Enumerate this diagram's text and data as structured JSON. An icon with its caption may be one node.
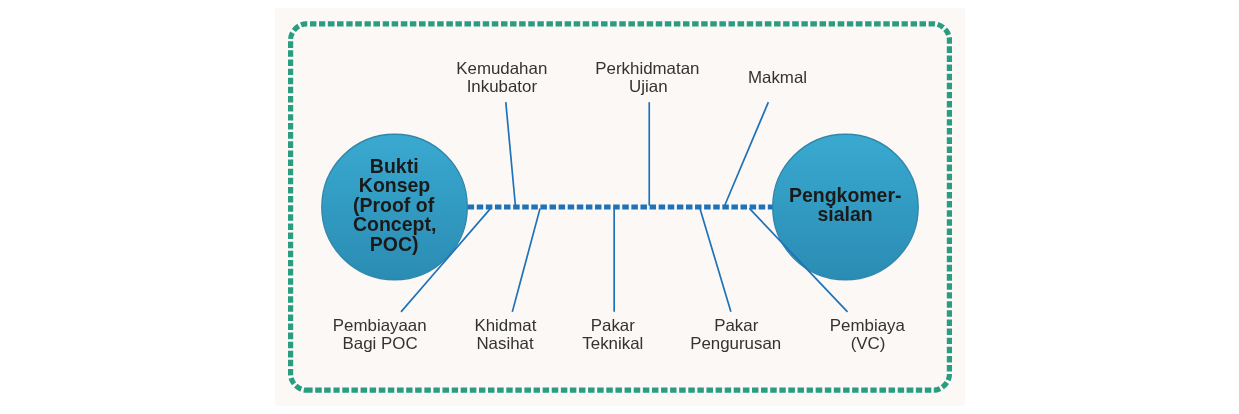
{
  "diagram": {
    "nodes": [
      {
        "text": [],
        "shape": "box"
      },
      {
        "text": [
          "Bukti Konsep (Proof of Concept, POC)"
        ],
        "in": 0
      },
      {
        "text": [
          "Kemudahan Inkubator"
        ],
        "in": 0
      },
      {
        "text": [
          "Perkhidmatan Ujian"
        ],
        "in": 0
      },
      {
        "text": [
          "Makmal"
        ],
        "in": 0
      },
      {
        "text": [
          "Pembiayaan Bagi POC"
        ],
        "in": 0
      },
      {
        "text": [
          "Khidmat Nasihat"
        ],
        "in": 0
      },
      {
        "text": [
          "Pakar Teknikal"
        ],
        "in": 0
      },
      {
        "text": [
          "Pakar Pengurusan"
        ],
        "in": 0
      },
      {
        "text": [
          "Pembiaya (VC)"
        ],
        "in": 0
      },
      {
        "text": [
          "Pengkomer-sialan"
        ],
        "in": 0
      }
    ],
    "edges": [
      {
        "from": 1,
        "to": 10,
        "arrow": "none",
        "style": "dashed"
      },
      {
        "from": 5,
        "to": null,
        "arrow": "none"
      },
      {
        "from": 2,
        "to": null,
        "arrow": "none"
      },
      {
        "from": 6,
        "to": null,
        "arrow": "none"
      },
      {
        "from": 7,
        "to": null,
        "arrow": "none"
      },
      {
        "from": 3,
        "to": null,
        "arrow": "none"
      },
      {
        "from": 8,
        "to": null,
        "arrow": "none"
      },
      {
        "from": 4,
        "to": null,
        "arrow": "none"
      },
      {
        "from": 9,
        "to": null,
        "arrow": "none"
      }
    ]
  }
}
